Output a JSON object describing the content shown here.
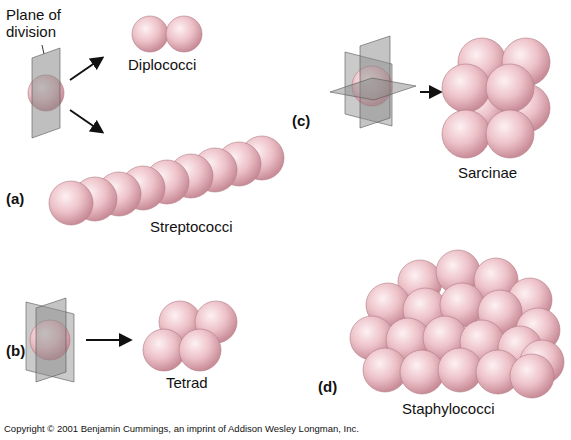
{
  "diagram": {
    "labels": [
      "Plane of division",
      "Diplococci",
      "(a)",
      "Streptococci",
      "(c)",
      "Sarcinae",
      "(b)",
      "Tetrad",
      "(d)",
      "Staphylococci",
      "Copyright © 2001 Benjamin Cummings, an imprint of Addison Wesley Longman, Inc."
    ]
  }
}
